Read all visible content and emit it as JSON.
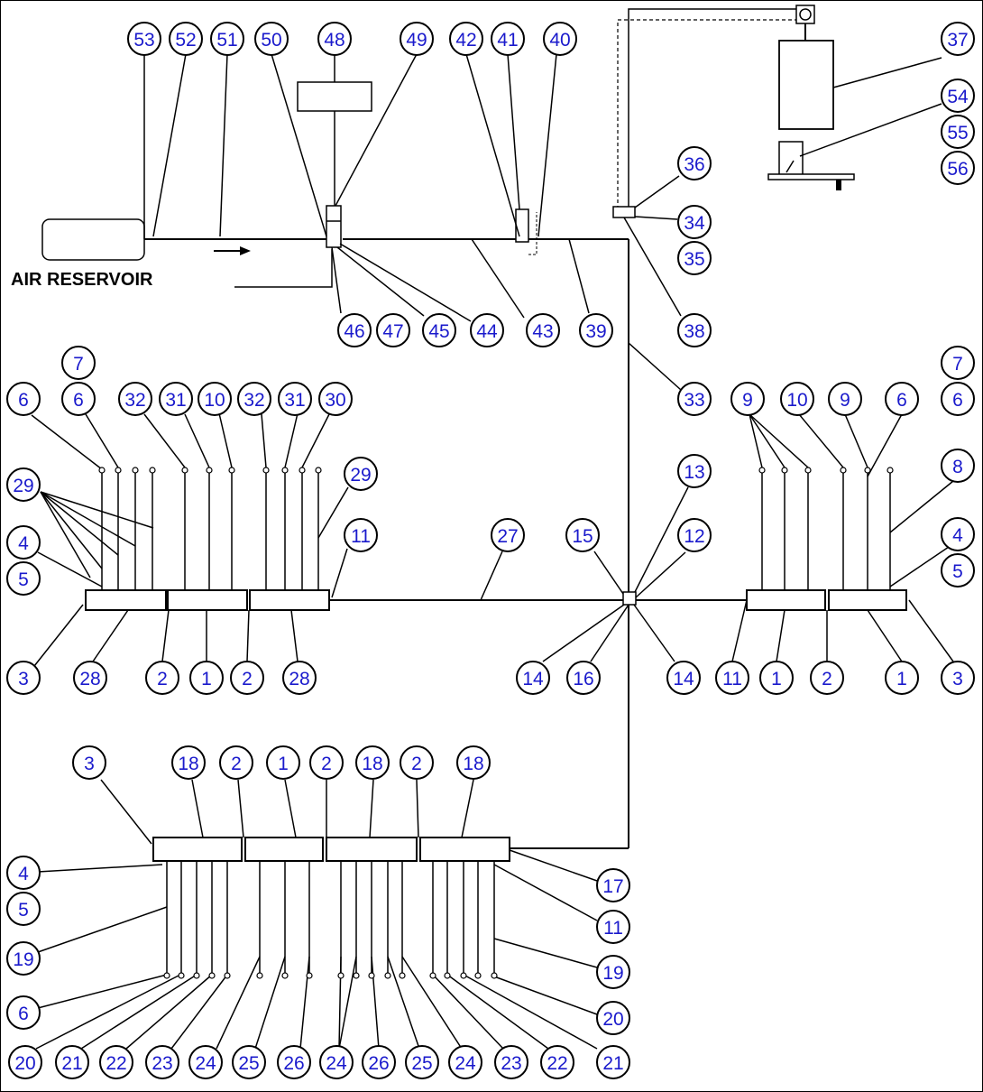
{
  "labels": {
    "air_reservoir": "AIR RESERVOIR"
  },
  "colors": {
    "callout_text": "#1a1acc",
    "line": "#000000",
    "background": "#ffffff"
  },
  "callouts": {
    "c53": "53",
    "c52": "52",
    "c51": "51",
    "c50": "50",
    "c48": "48",
    "c49": "49",
    "c42": "42",
    "c41": "41",
    "c40": "40",
    "c37": "37",
    "c54": "54",
    "c55": "55",
    "c56": "56",
    "c36": "36",
    "c34": "34",
    "c35": "35",
    "c38": "38",
    "c46": "46",
    "c47": "47",
    "c45": "45",
    "c44": "44",
    "c43": "43",
    "c39": "39",
    "c33": "33",
    "l_7": "7",
    "l_6a": "6",
    "l_6b": "6",
    "l_32a": "32",
    "l_31a": "31",
    "l_10": "10",
    "l_32b": "32",
    "l_31b": "31",
    "l_30": "30",
    "l_29a": "29",
    "l_29b": "29",
    "l_4": "4",
    "l_5": "5",
    "l_11": "11",
    "l_3": "3",
    "l_28a": "28",
    "l_2a": "2",
    "l_1": "1",
    "l_2b": "2",
    "l_28b": "28",
    "m_27": "27",
    "m_15": "15",
    "m_13": "13",
    "m_12": "12",
    "m_14a": "14",
    "m_16": "16",
    "m_14b": "14",
    "r_7": "7",
    "r_9a": "9",
    "r_10": "10",
    "r_9b": "9",
    "r_6a": "6",
    "r_6b": "6",
    "r_8": "8",
    "r_4": "4",
    "r_5": "5",
    "r_11": "11",
    "r_1a": "1",
    "r_2": "2",
    "r_1b": "1",
    "r_3": "3",
    "b_3": "3",
    "b_18a": "18",
    "b_2a": "2",
    "b_1": "1",
    "b_2b": "2",
    "b_18b": "18",
    "b_2c": "2",
    "b_18c": "18",
    "b_4": "4",
    "b_5": "5",
    "b_19a": "19",
    "b_6": "6",
    "b_17": "17",
    "b_11": "11",
    "b_19b": "19",
    "b_20a": "20",
    "bb_20": "20",
    "bb_21a": "21",
    "bb_22a": "22",
    "bb_23a": "23",
    "bb_24a": "24",
    "bb_25a": "25",
    "bb_26a": "26",
    "bb_24b": "24",
    "bb_26b": "26",
    "bb_25b": "25",
    "bb_24c": "24",
    "bb_23b": "23",
    "bb_22b": "22",
    "bb_21b": "21"
  }
}
